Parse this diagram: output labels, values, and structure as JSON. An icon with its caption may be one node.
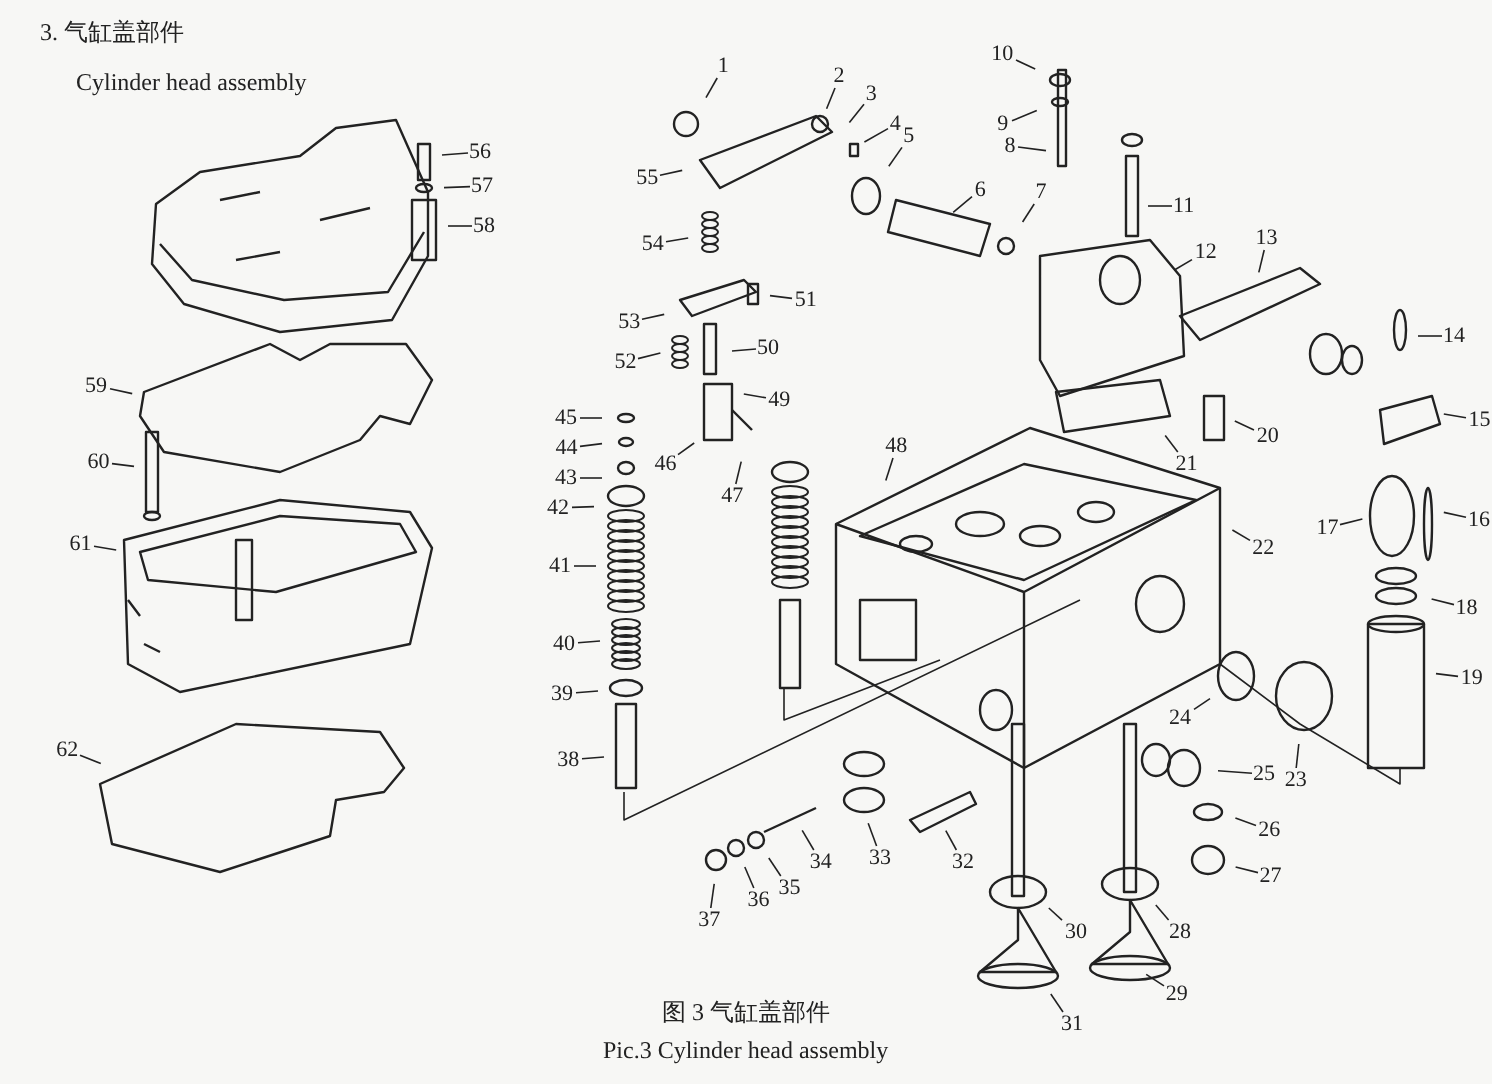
{
  "diagram": {
    "title": "3. 气缸盖部件",
    "caption": "图 3 气缸盖部件",
    "nodes": [
      {
        "text": [
          "1"
        ]
      },
      {
        "text": [
          "2"
        ]
      },
      {
        "text": [
          "3"
        ]
      },
      {
        "text": [
          "4"
        ]
      },
      {
        "text": [
          "5"
        ]
      },
      {
        "text": [
          "6"
        ]
      },
      {
        "text": [
          "7"
        ]
      },
      {
        "text": [
          "8"
        ]
      },
      {
        "text": [
          "9"
        ]
      },
      {
        "text": [
          "10"
        ]
      },
      {
        "text": [
          "11"
        ]
      },
      {
        "text": [
          "12"
        ]
      },
      {
        "text": [
          "13"
        ]
      },
      {
        "text": [
          "14"
        ]
      },
      {
        "text": [
          "15"
        ]
      },
      {
        "text": [
          "16"
        ]
      },
      {
        "text": [
          "17"
        ]
      },
      {
        "text": [
          "18"
        ]
      },
      {
        "text": [
          "19"
        ]
      },
      {
        "text": [
          "20"
        ]
      },
      {
        "text": [
          "21"
        ]
      },
      {
        "text": [
          "22"
        ]
      },
      {
        "text": [
          "23"
        ]
      },
      {
        "text": [
          "24"
        ]
      },
      {
        "text": [
          "25"
        ]
      },
      {
        "text": [
          "26"
        ]
      },
      {
        "text": [
          "27"
        ]
      },
      {
        "text": [
          "28"
        ]
      },
      {
        "text": [
          "29"
        ]
      },
      {
        "text": [
          "30"
        ]
      },
      {
        "text": [
          "31"
        ]
      },
      {
        "text": [
          "32"
        ]
      },
      {
        "text": [
          "33"
        ]
      },
      {
        "text": [
          "34"
        ]
      },
      {
        "text": [
          "35"
        ]
      },
      {
        "text": [
          "36"
        ]
      },
      {
        "text": [
          "37"
        ]
      },
      {
        "text": [
          "38"
        ]
      },
      {
        "text": [
          "39"
        ]
      },
      {
        "text": [
          "40"
        ]
      },
      {
        "text": [
          "41"
        ]
      },
      {
        "text": [
          "42"
        ]
      },
      {
        "text": [
          "43"
        ]
      },
      {
        "text": [
          "44"
        ]
      },
      {
        "text": [
          "45"
        ]
      },
      {
        "text": [
          "46"
        ]
      },
      {
        "text": [
          "47"
        ]
      },
      {
        "text": [
          "48"
        ]
      },
      {
        "text": [
          "49"
        ]
      },
      {
        "text": [
          "50"
        ]
      },
      {
        "text": [
          "51"
        ]
      },
      {
        "text": [
          "52"
        ]
      },
      {
        "text": [
          "53"
        ]
      },
      {
        "text": [
          "54"
        ]
      },
      {
        "text": [
          "55"
        ]
      },
      {
        "text": [
          "56"
        ]
      },
      {
        "text": [
          "57"
        ]
      },
      {
        "text": [
          "58"
        ]
      },
      {
        "text": [
          "59"
        ]
      },
      {
        "text": [
          "60"
        ]
      },
      {
        "text": [
          "61"
        ]
      },
      {
        "text": [
          "62"
        ]
      }
    ],
    "edges": [
      {
        "from": 0,
        "to": null,
        "arrow": "none"
      },
      {
        "from": 1,
        "to": null,
        "arrow": "none"
      },
      {
        "from": 2,
        "to": null,
        "arrow": "none"
      },
      {
        "from": 3,
        "to": null,
        "arrow": "none"
      },
      {
        "from": 4,
        "to": null,
        "arrow": "none"
      },
      {
        "from": 5,
        "to": null,
        "arrow": "none"
      },
      {
        "from": 6,
        "to": null,
        "arrow": "none"
      },
      {
        "from": 7,
        "to": null,
        "arrow": "none"
      },
      {
        "from": 8,
        "to": null,
        "arrow": "none"
      },
      {
        "from": 9,
        "to": null,
        "arrow": "none"
      },
      {
        "from": 10,
        "to": null,
        "arrow": "none"
      },
      {
        "from": 11,
        "to": null,
        "arrow": "none"
      },
      {
        "from": 12,
        "to": null,
        "arrow": "none"
      },
      {
        "from": 13,
        "to": null,
        "arrow": "none"
      },
      {
        "from": 14,
        "to": null,
        "arrow": "none"
      },
      {
        "from": 15,
        "to": null,
        "arrow": "none"
      },
      {
        "from": 16,
        "to": null,
        "arrow": "none"
      },
      {
        "from": 17,
        "to": null,
        "arrow": "none"
      },
      {
        "from": 18,
        "to": null,
        "arrow": "none"
      },
      {
        "from": 19,
        "to": null,
        "arrow": "none"
      },
      {
        "from": 20,
        "to": null,
        "arrow": "none"
      },
      {
        "from": 21,
        "to": null,
        "arrow": "none"
      },
      {
        "from": 22,
        "to": null,
        "arrow": "none"
      },
      {
        "from": 23,
        "to": null,
        "arrow": "none"
      },
      {
        "from": 24,
        "to": null,
        "arrow": "none"
      },
      {
        "from": 25,
        "to": null,
        "arrow": "none"
      },
      {
        "from": 26,
        "to": null,
        "arrow": "none"
      },
      {
        "from": 27,
        "to": null,
        "arrow": "none"
      },
      {
        "from": 28,
        "to": null,
        "arrow": "none"
      },
      {
        "from": 29,
        "to": null,
        "arrow": "none"
      },
      {
        "from": 30,
        "to": null,
        "arrow": "none"
      },
      {
        "from": 31,
        "to": null,
        "arrow": "none"
      },
      {
        "from": 32,
        "to": null,
        "arrow": "none"
      },
      {
        "from": 33,
        "to": null,
        "arrow": "none"
      },
      {
        "from": 34,
        "to": null,
        "arrow": "none"
      },
      {
        "from": 35,
        "to": null,
        "arrow": "none"
      },
      {
        "from": 36,
        "to": null,
        "arrow": "none"
      },
      {
        "from": 37,
        "to": null,
        "arrow": "none"
      },
      {
        "from": 38,
        "to": null,
        "arrow": "none"
      },
      {
        "from": 39,
        "to": null,
        "arrow": "none"
      },
      {
        "from": 40,
        "to": null,
        "arrow": "none"
      },
      {
        "from": 41,
        "to": null,
        "arrow": "none"
      },
      {
        "from": 42,
        "to": null,
        "arrow": "none"
      },
      {
        "from": 43,
        "to": null,
        "arrow": "none"
      },
      {
        "from": 44,
        "to": null,
        "arrow": "none"
      },
      {
        "from": 45,
        "to": null,
        "arrow": "none"
      },
      {
        "from": 46,
        "to": null,
        "arrow": "none"
      },
      {
        "from": 47,
        "to": null,
        "arrow": "none"
      },
      {
        "from": 48,
        "to": null,
        "arrow": "none"
      },
      {
        "from": 49,
        "to": null,
        "arrow": "none"
      },
      {
        "from": 50,
        "to": null,
        "arrow": "none"
      },
      {
        "from": 51,
        "to": null,
        "arrow": "none"
      },
      {
        "from": 52,
        "to": null,
        "arrow": "none"
      },
      {
        "from": 53,
        "to": null,
        "arrow": "none"
      },
      {
        "from": 54,
        "to": null,
        "arrow": "none"
      },
      {
        "from": 55,
        "to": null,
        "arrow": "none"
      },
      {
        "from": 56,
        "to": null,
        "arrow": "none"
      },
      {
        "from": 57,
        "to": null,
        "arrow": "none"
      },
      {
        "from": 58,
        "to": null,
        "arrow": "none"
      },
      {
        "from": 59,
        "to": null,
        "arrow": "none"
      },
      {
        "from": 60,
        "to": null,
        "arrow": "none"
      },
      {
        "from": 61,
        "to": null,
        "arrow": "none"
      }
    ],
    "labels": [
      "Cylinder head assembly",
      "Pic.3 Cylinder head assembly"
    ]
  }
}
